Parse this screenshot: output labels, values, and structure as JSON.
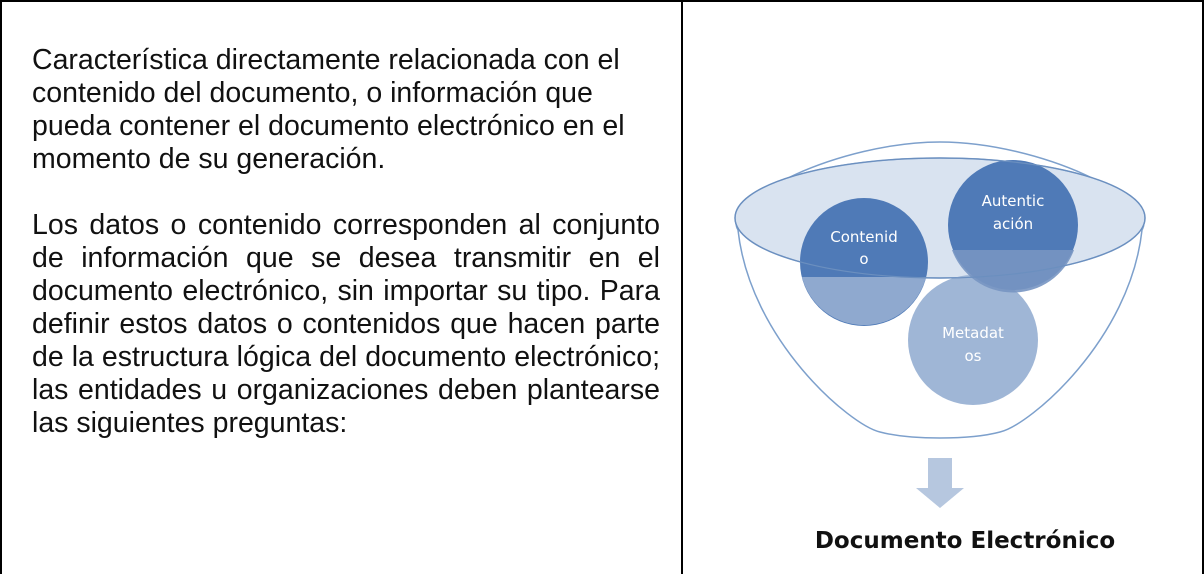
{
  "left_text": {
    "paragraph1": "Característica directamente relacionada con el contenido del documento, o información que pueda contener el documento electrónico en el momento de su generación.",
    "paragraph2": "Los datos o contenido corresponden al conjunto de información que se desea transmitir en el documento electrónico, sin importar su tipo. Para definir estos datos o contenidos que hacen parte de la estructura lógica del documento electrónico; las entidades u organizaciones deben plantearse las siguientes preguntas:"
  },
  "diagram": {
    "circles": [
      {
        "line1": "Contenid",
        "line2": "o"
      },
      {
        "line1": "Autentic",
        "line2": "ación"
      },
      {
        "line1": "Metadat",
        "line2": "os"
      }
    ],
    "caption": "Documento Electrónico",
    "colors": {
      "funnel_outline": "#7da0cc",
      "ellipse_fill": "#d9e3f0",
      "circle_dark": "#4f7ab7",
      "circle_light": "#9ab2d4",
      "arrow": "#b6c7df",
      "circle_text": "#ffffff"
    }
  }
}
